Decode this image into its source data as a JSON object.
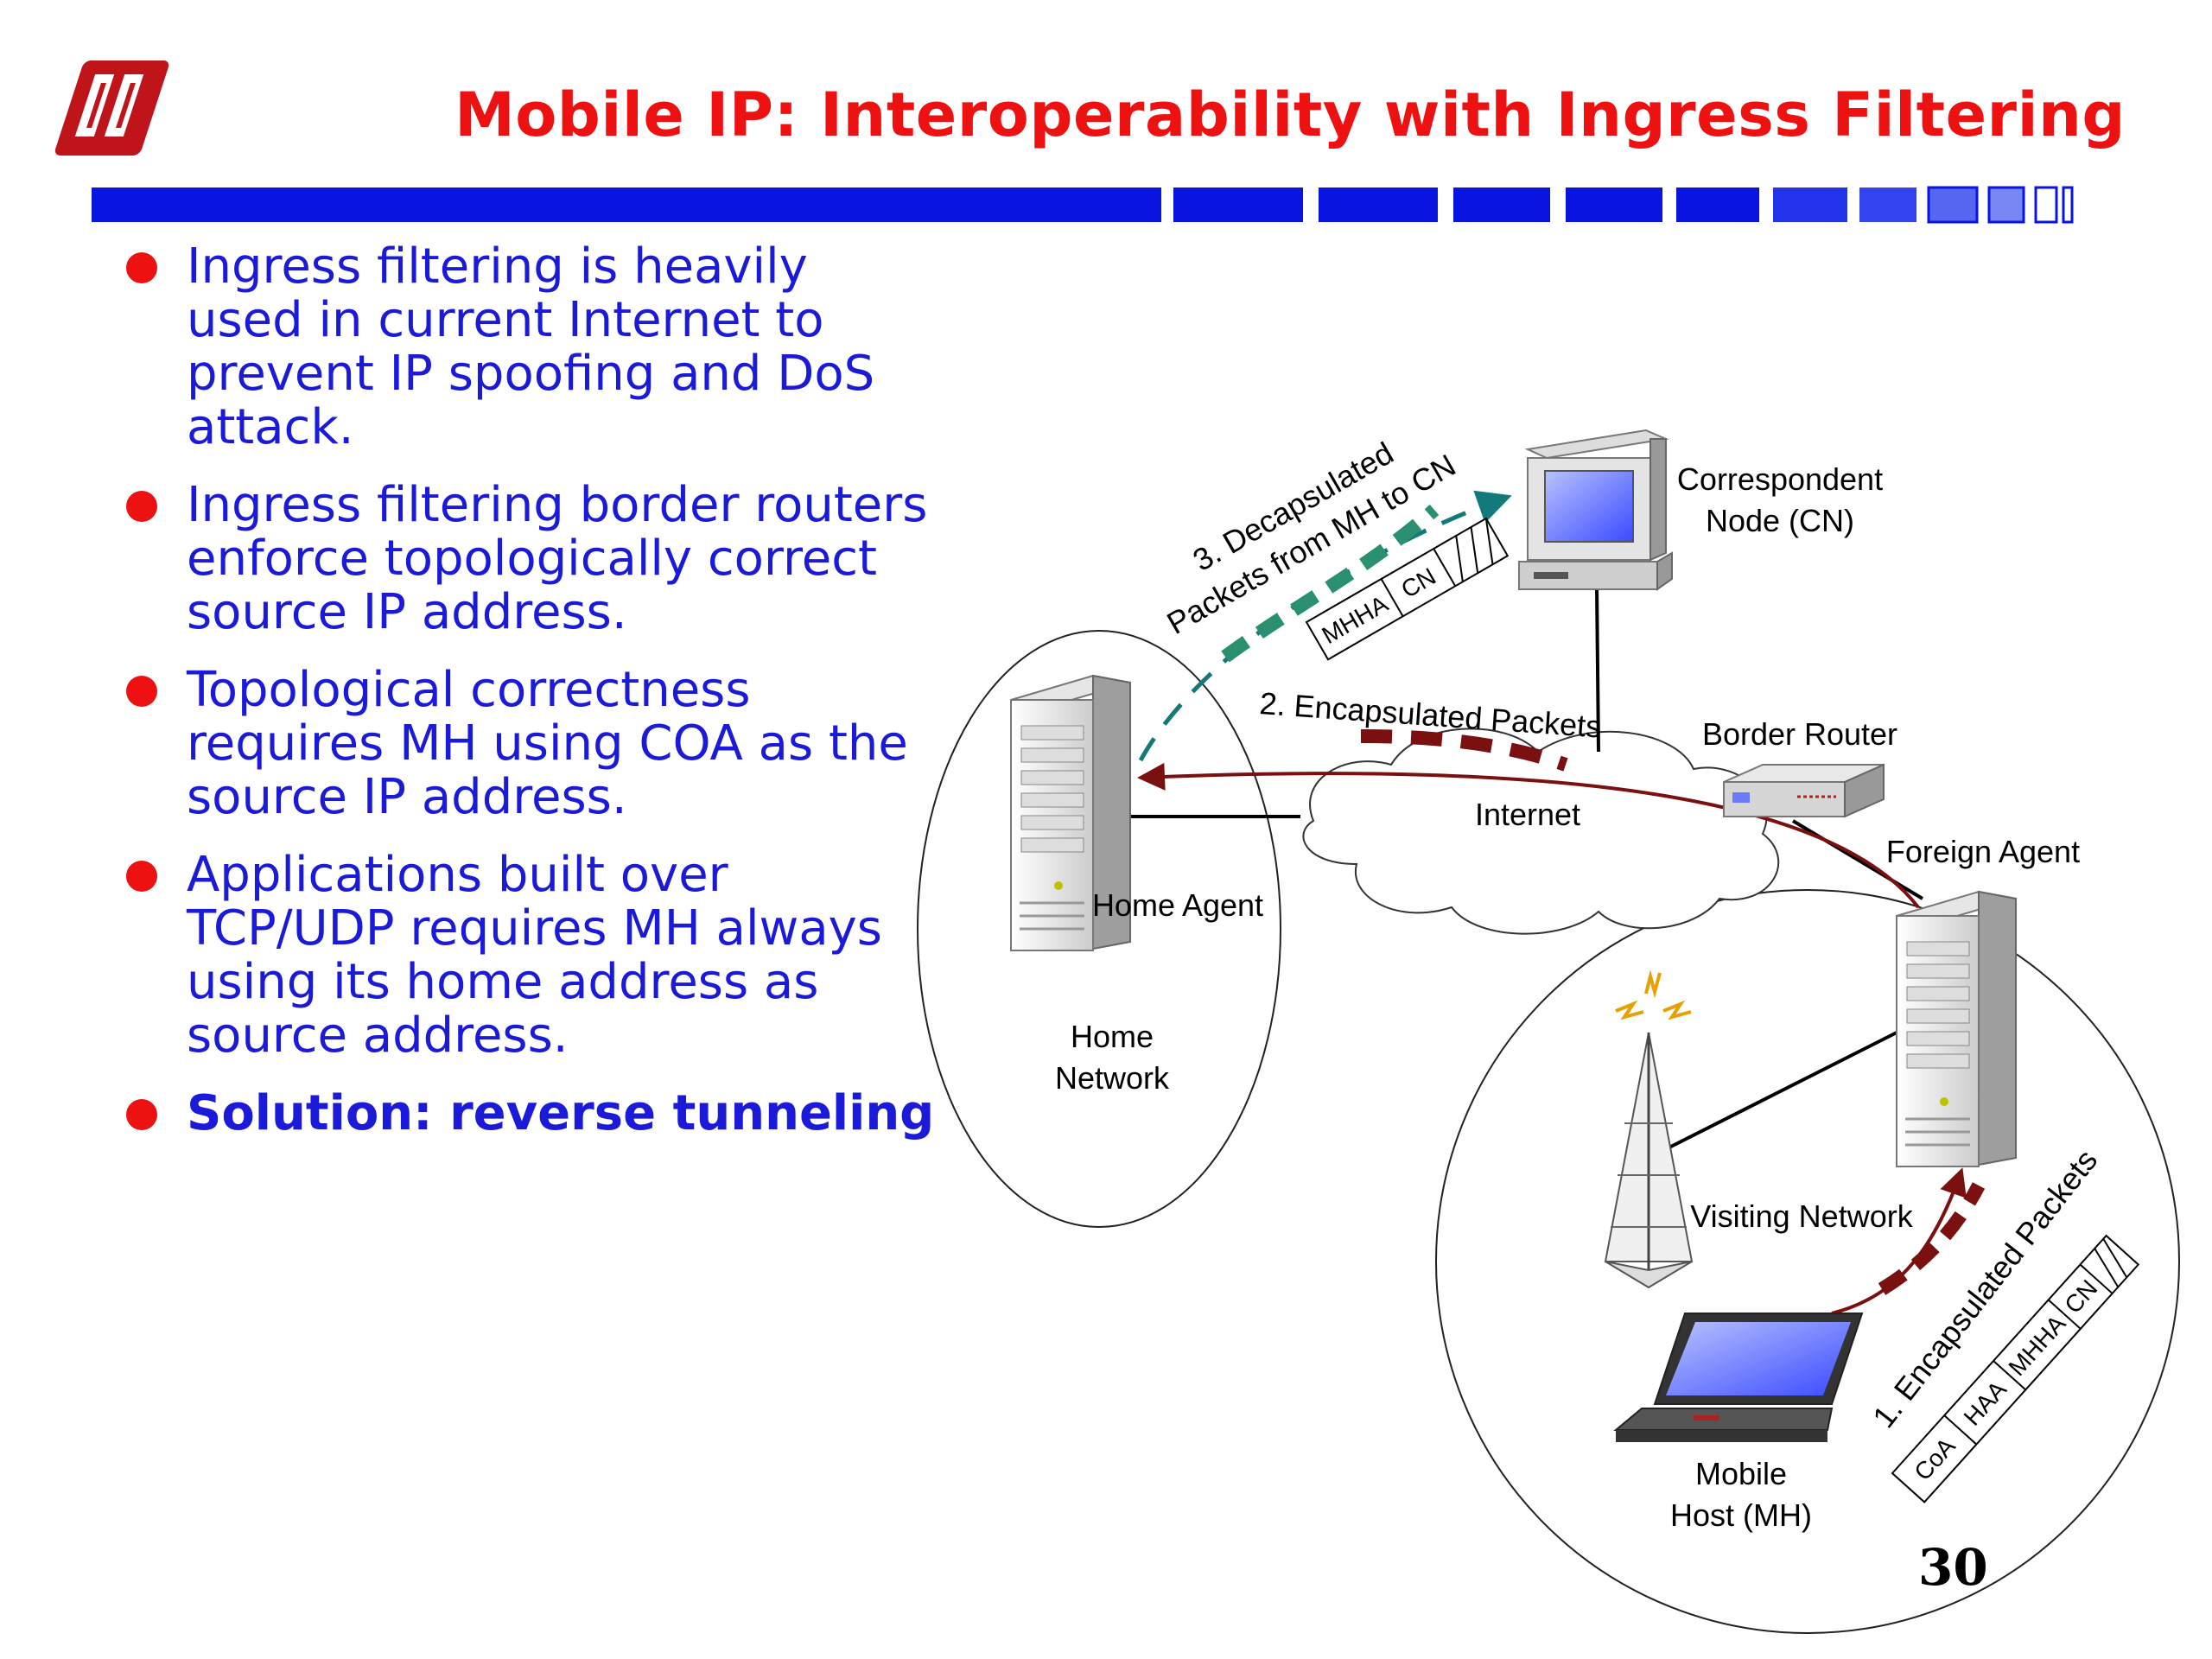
{
  "slide": {
    "title": "Mobile IP: Interoperability with Ingress Filtering",
    "page_number": "30",
    "colors": {
      "title": "#ee1111",
      "text": "#1a1ad8",
      "bar": "#0a14e0",
      "bullet": "#ee1111"
    }
  },
  "bullets": [
    {
      "text": "Ingress filtering is heavily used in current Internet to prevent IP spoofing and DoS attack.",
      "bold": false
    },
    {
      "text": "Ingress filtering border routers enforce topologically correct source IP address.",
      "bold": false
    },
    {
      "text": "Topological correctness requires MH using COA as the source IP address.",
      "bold": false
    },
    {
      "text": "Applications built over TCP/UDP requires MH always using its home address as source address.",
      "bold": false
    },
    {
      "text": "Solution: reverse tunneling",
      "bold": true
    }
  ],
  "diagram": {
    "nodes": {
      "cn_line1": "Correspondent",
      "cn_line2": "Node (CN)",
      "border_router": "Border Router",
      "internet": "Internet",
      "foreign_agent": "Foreign Agent",
      "home_agent": "Home Agent",
      "home_network_line1": "Home",
      "home_network_line2": "Network",
      "visiting_network": "Visiting Network",
      "mobile_host_line1": "Mobile",
      "mobile_host_line2": "Host (MH)"
    },
    "flows": {
      "step1": "1. Encapsulated Packets",
      "step2": "2. Encapsulated Packets",
      "step3_line1": "3. Decapsulated",
      "step3_line2": "Packets from MH to CN"
    },
    "packet_fields": {
      "step3": [
        "MHHA",
        "CN"
      ],
      "step1": [
        "CoA",
        "HAA",
        "MHHA",
        "CN"
      ]
    }
  }
}
